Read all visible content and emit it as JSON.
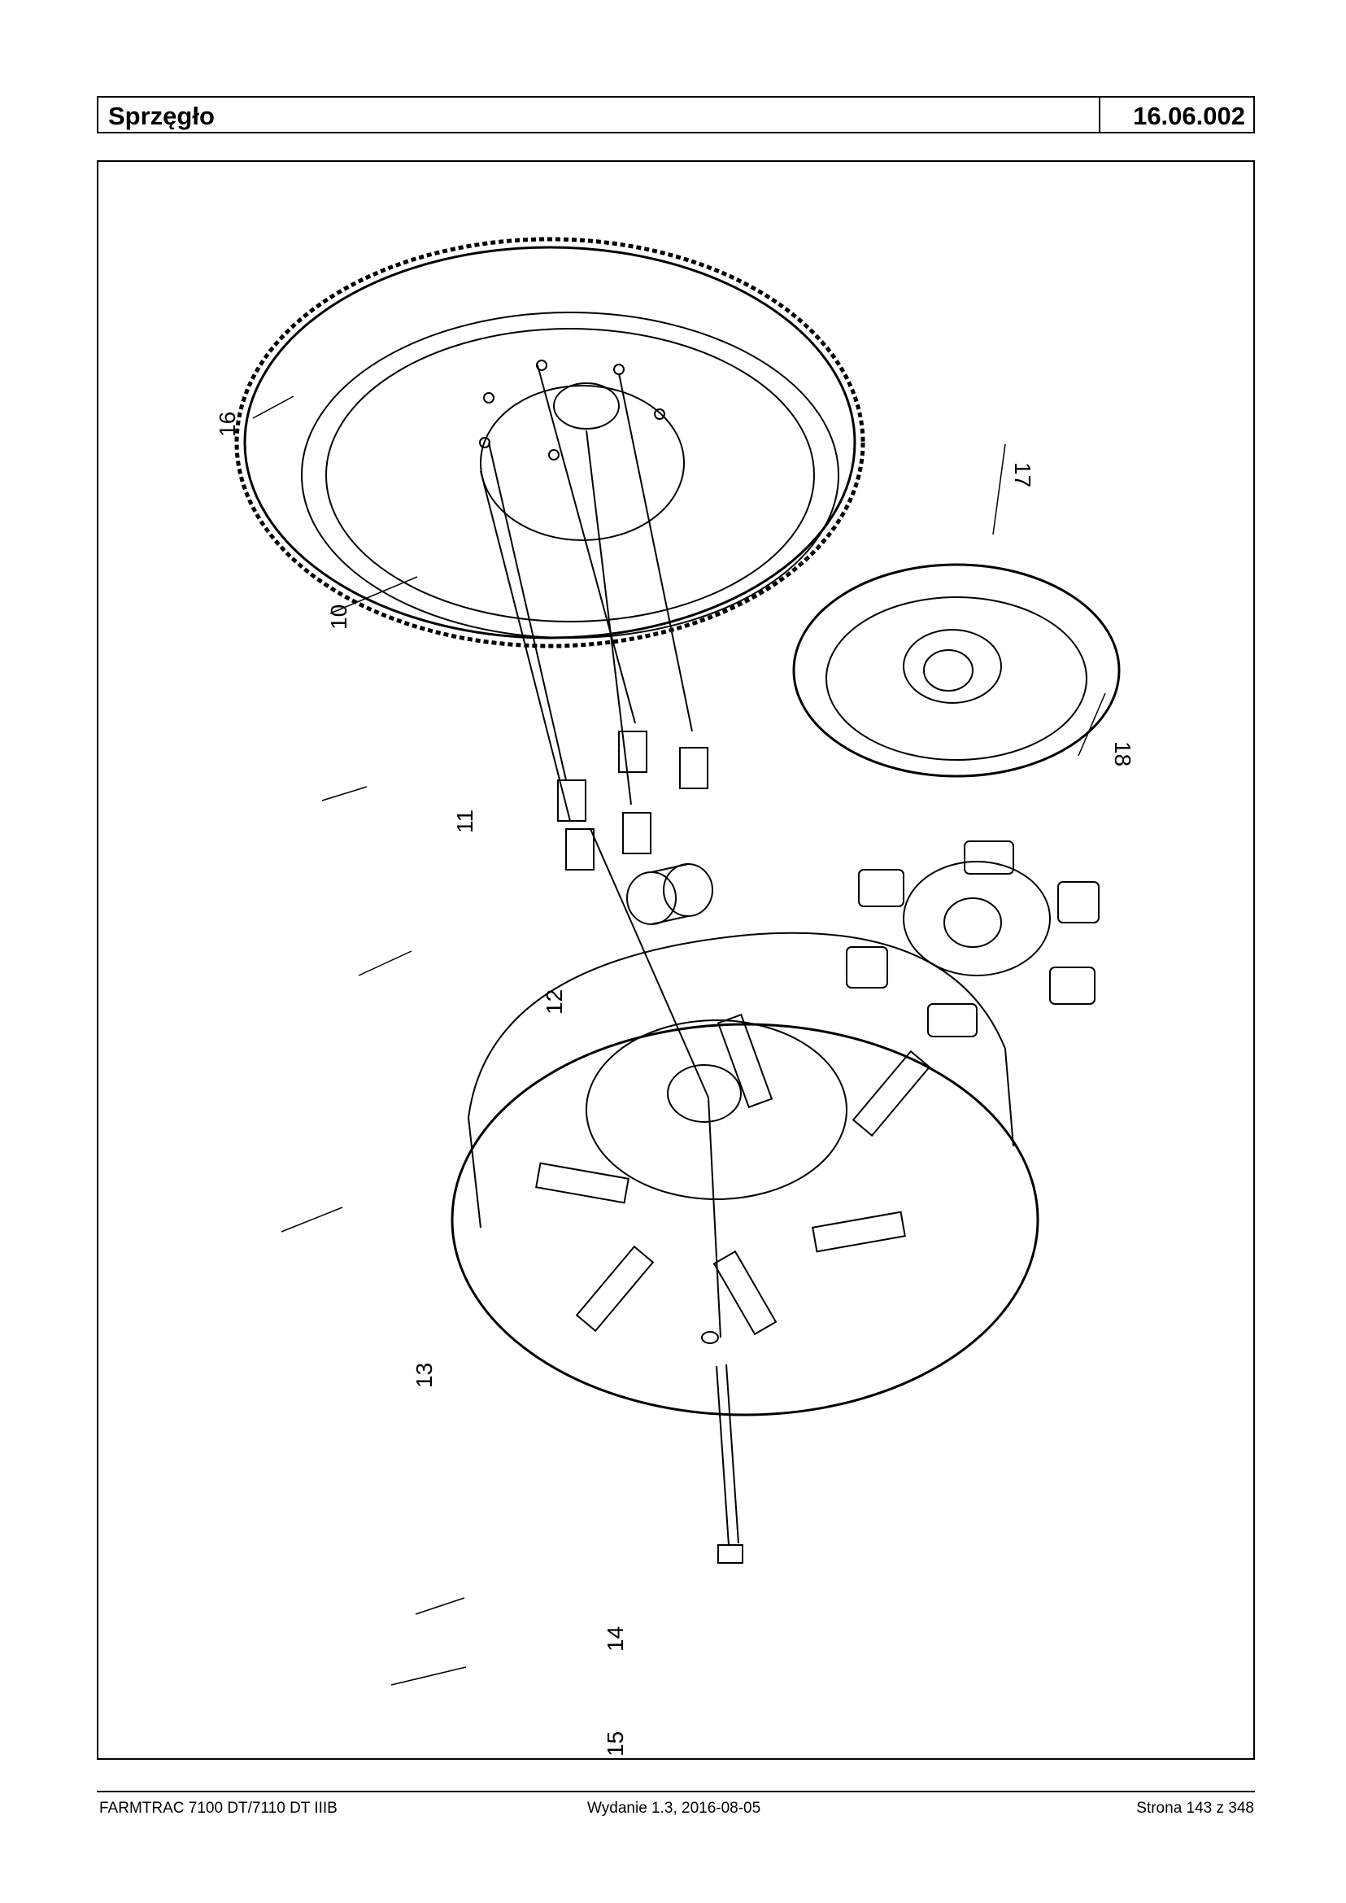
{
  "header": {
    "title": "Sprzęgło",
    "code": "16.06.002"
  },
  "diagram": {
    "callouts": [
      "16",
      "17",
      "10",
      "11",
      "18",
      "12",
      "13",
      "14",
      "15"
    ]
  },
  "footer": {
    "model": "FARMTRAC 7100 DT/7110 DT IIIB",
    "edition": "Wydanie 1.3,  2016-08-05",
    "page": "Strona 143 z 348"
  }
}
